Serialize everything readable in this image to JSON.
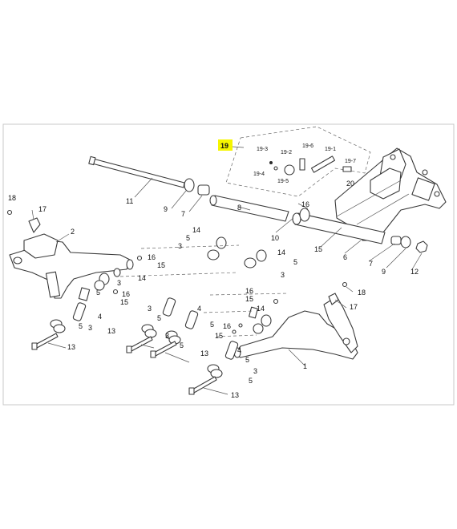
{
  "highlight_label": "19",
  "labels": {
    "l1": "1",
    "l2": "2",
    "l3": "3",
    "l4": "4",
    "l5": "5",
    "l6": "6",
    "l7": "7",
    "l8": "8",
    "l9": "9",
    "l10": "10",
    "l11": "11",
    "l12": "12",
    "l13": "13",
    "l14": "14",
    "l15": "15",
    "l16": "16",
    "l17": "17",
    "l18": "18",
    "l20": "20",
    "s19_1": "19-1",
    "s19_2": "19-2",
    "s19_3": "19-3",
    "s19_4": "19-4",
    "s19_5": "19-5",
    "s19_6": "19-6",
    "s19_7": "19-7"
  }
}
